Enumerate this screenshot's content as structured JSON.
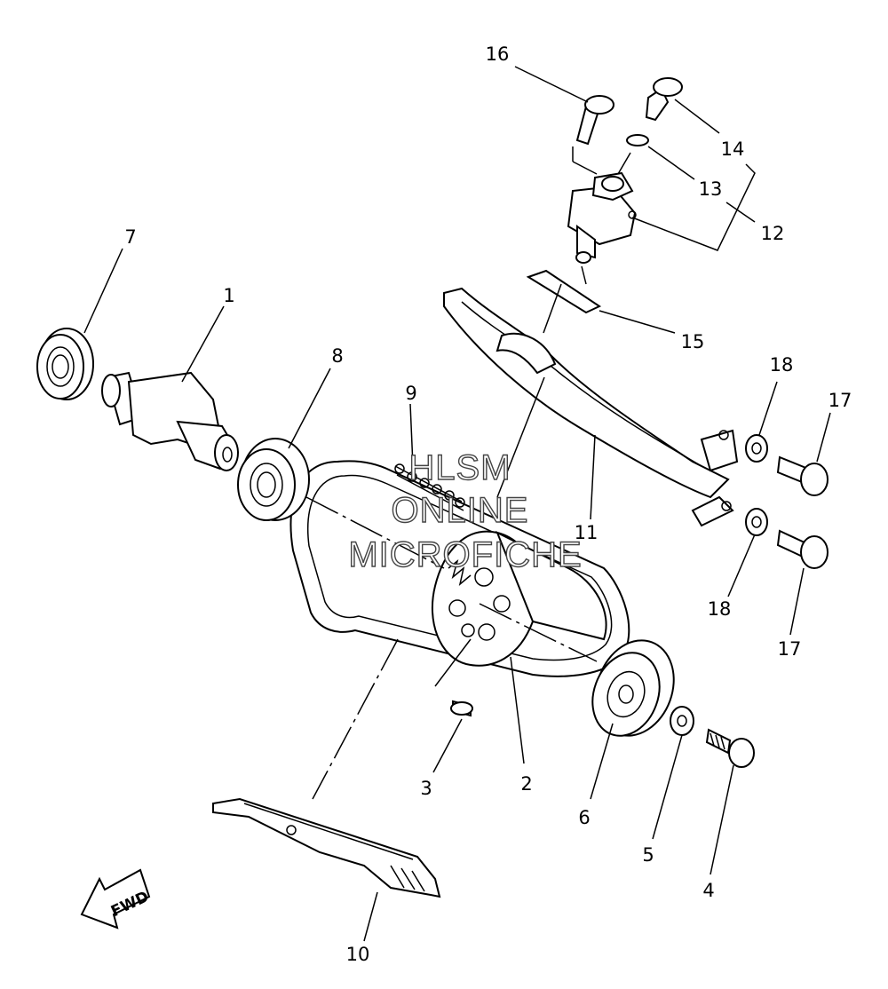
{
  "callouts": {
    "c1": "1",
    "c2": "2",
    "c3": "3",
    "c4": "4",
    "c5": "5",
    "c6": "6",
    "c7": "7",
    "c8": "8",
    "c9": "9",
    "c10": "10",
    "c11": "11",
    "c12": "12",
    "c13": "13",
    "c14": "14",
    "c15": "15",
    "c16": "16",
    "c17a": "17",
    "c17b": "17",
    "c18a": "18",
    "c18b": "18"
  },
  "watermark": {
    "line1": "HLSM",
    "line2": "ONLINE",
    "line3": "MICROFICHE"
  },
  "fwd_arrow": {
    "label": "FWD"
  }
}
